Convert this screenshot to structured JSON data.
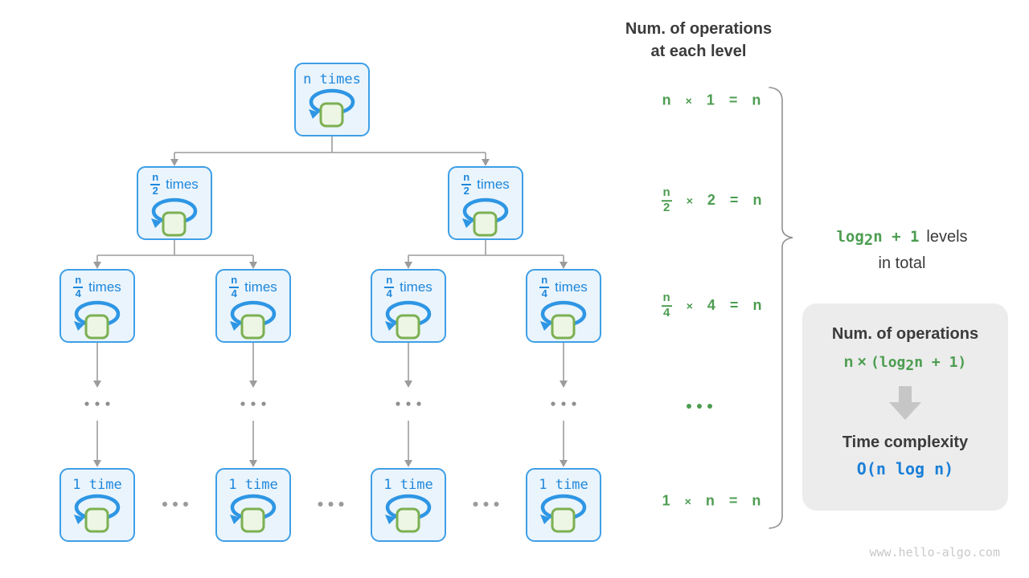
{
  "header": {
    "line1": "Num. of operations",
    "line2": "at each level"
  },
  "tree": {
    "root": {
      "label": "n times"
    },
    "level2": [
      {
        "num": "n",
        "den": "2",
        "suffix": "times"
      },
      {
        "num": "n",
        "den": "2",
        "suffix": "times"
      }
    ],
    "level3": [
      {
        "num": "n",
        "den": "4",
        "suffix": "times"
      },
      {
        "num": "n",
        "den": "4",
        "suffix": "times"
      },
      {
        "num": "n",
        "den": "4",
        "suffix": "times"
      },
      {
        "num": "n",
        "den": "4",
        "suffix": "times"
      }
    ],
    "level4": [
      {
        "label": "1 time"
      },
      {
        "label": "1 time"
      },
      {
        "label": "1 time"
      },
      {
        "label": "1 time"
      }
    ]
  },
  "equations": {
    "eq1": [
      "n",
      "×",
      "1",
      "=",
      "n"
    ],
    "eq2": {
      "num": "n",
      "den": "2",
      "rest": [
        "×",
        "2",
        "=",
        "n"
      ]
    },
    "eq3": {
      "num": "n",
      "den": "4",
      "rest": [
        "×",
        "4",
        "=",
        "n"
      ]
    },
    "eq5": [
      "1",
      "×",
      "n",
      "=",
      "n"
    ]
  },
  "levels_note": {
    "log": "log",
    "sub": "2",
    "rest": "n + 1",
    "suffix": "levels",
    "line2": "in total"
  },
  "summary": {
    "title": "Num. of operations",
    "formula": {
      "pre": "n ×",
      "body1": "(log",
      "sub": "2",
      "body2": "n + 1)"
    },
    "subtitle": "Time complexity",
    "result": "O(n log n)"
  },
  "footer": {
    "site": "www.hello-algo.com"
  },
  "colors": {
    "node_border_blue": "#3E9FE6",
    "node_fill": "#EAF4FC",
    "node_text_blue": "#1E87DC",
    "loop_blue": "#2E96E4",
    "square_border_green": "#7CB052",
    "square_fill_green": "#EDF6E4",
    "equation_green": "#4C9D50",
    "heading_dark": "#3B3B3B",
    "connector_gray": "#9C9C9C",
    "summary_box_bg": "#ECECEC",
    "result_blue": "#1A7FD8",
    "footer_gray": "#C9C9C9"
  }
}
